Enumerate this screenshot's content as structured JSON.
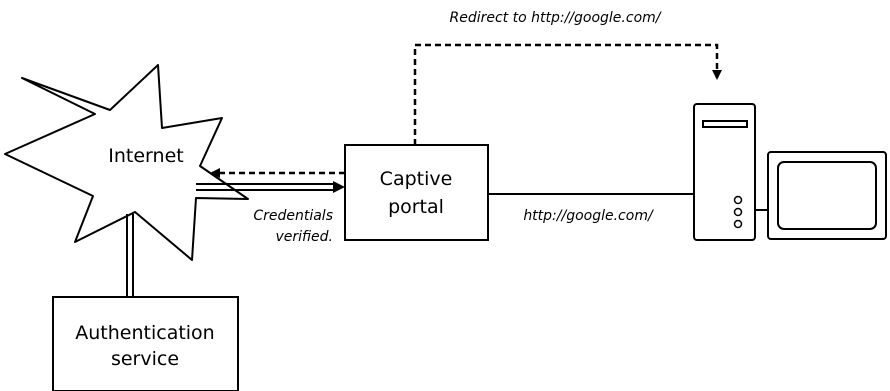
{
  "nodes": {
    "internet": "Internet",
    "captive_portal": [
      "Captive",
      "portal"
    ],
    "auth_service": [
      "Authentication",
      "service"
    ]
  },
  "edges": {
    "redirect": "Redirect to http://google.com/",
    "request": "http://google.com/",
    "credentials": [
      "Credentials",
      "verified."
    ]
  }
}
